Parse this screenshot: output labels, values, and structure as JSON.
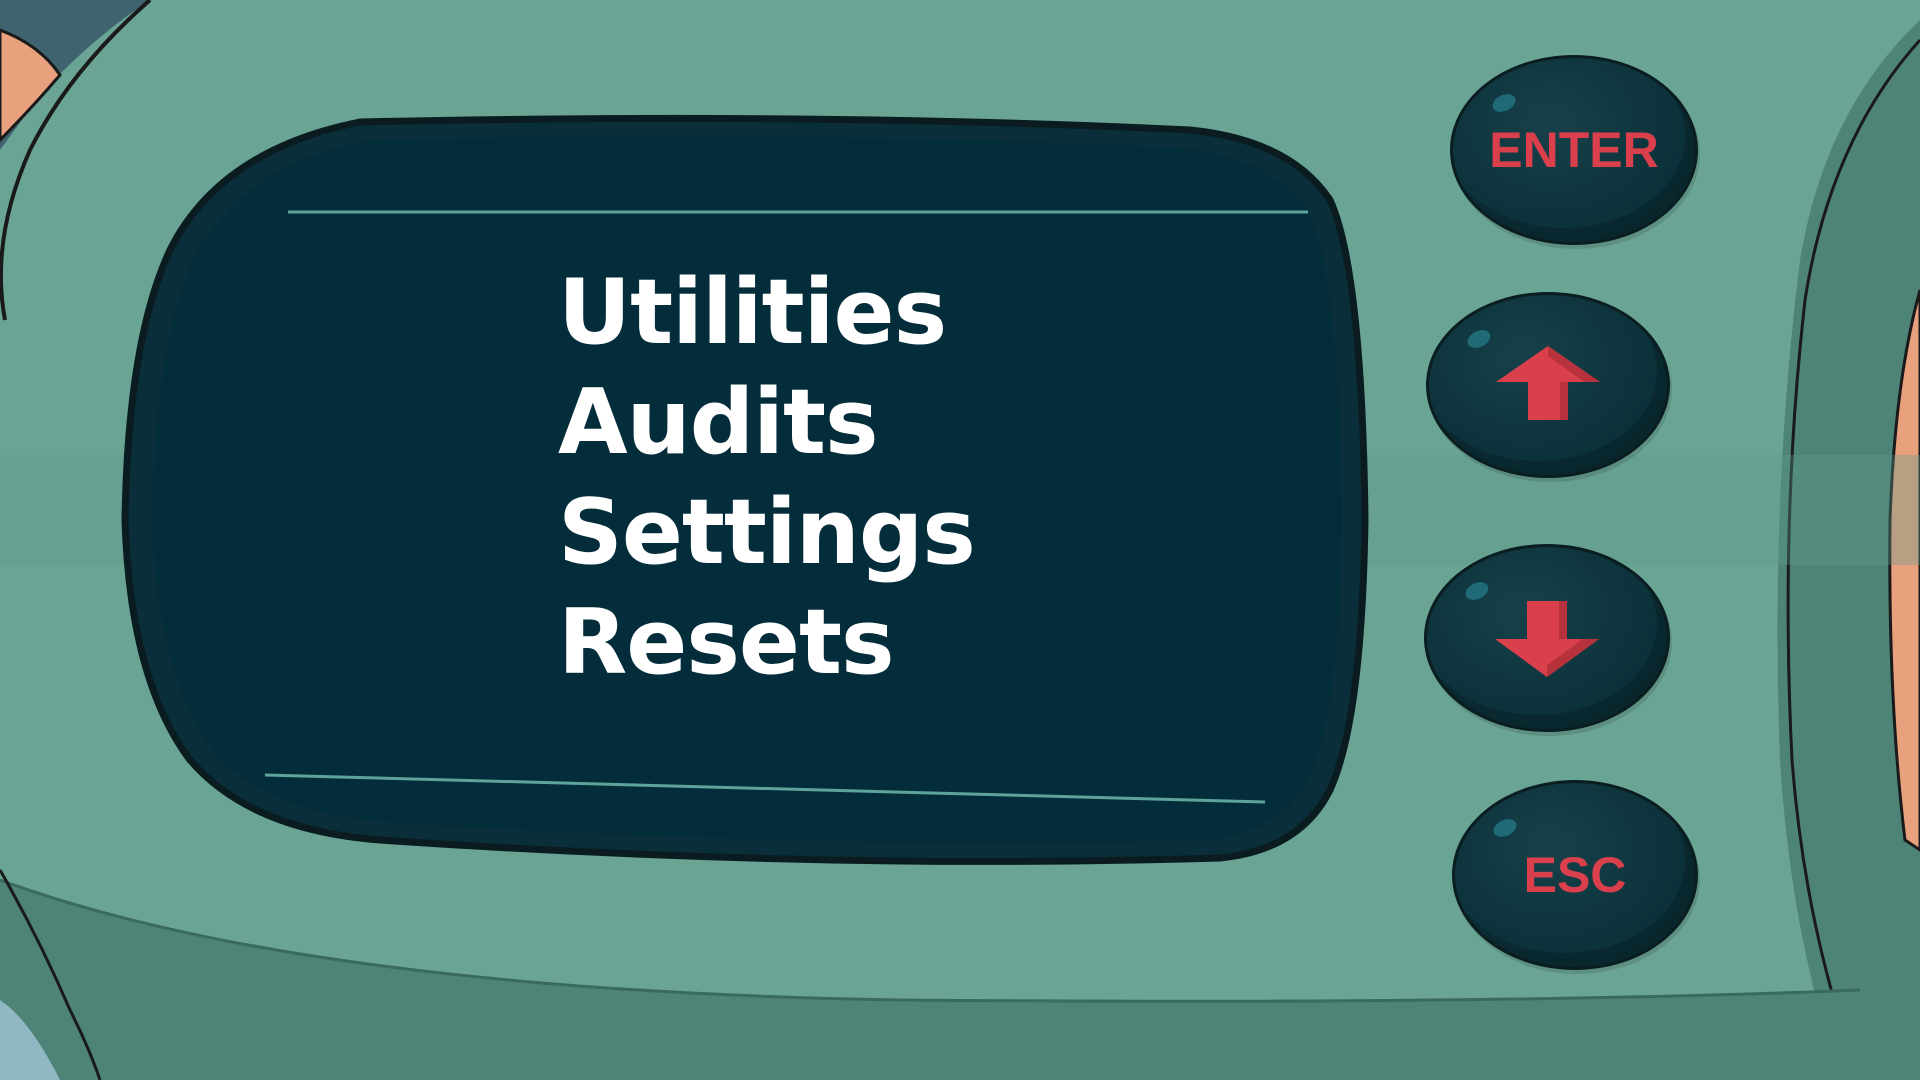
{
  "screen": {
    "menu_items": [
      "Utilities",
      "Audits",
      "Settings",
      "Resets"
    ]
  },
  "buttons": {
    "enter_label": "ENTER",
    "up_icon": "up-arrow-icon",
    "down_icon": "down-arrow-icon",
    "esc_label": "ESC"
  },
  "colors": {
    "device_body": "#6aa494",
    "screen_bg": "#032d3a",
    "menu_text": "#ffffff",
    "button_body": "#0d333c",
    "button_accent": "#d9404c",
    "screen_rule": "#5fa39a"
  }
}
